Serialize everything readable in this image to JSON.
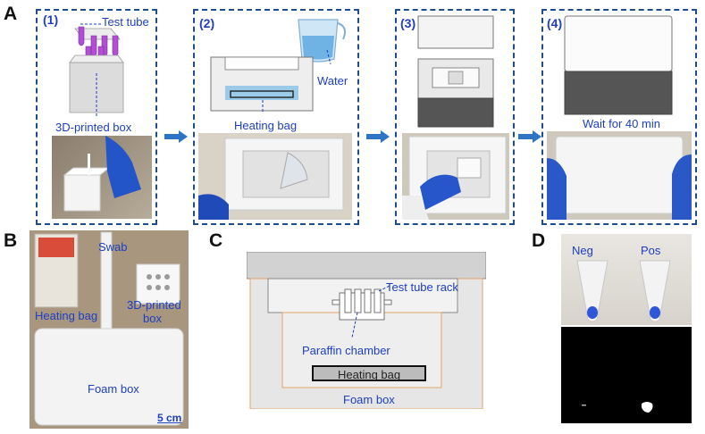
{
  "panels": {
    "a": {
      "letter": "A"
    },
    "b": {
      "letter": "B"
    },
    "c": {
      "letter": "C"
    },
    "d": {
      "letter": "D"
    }
  },
  "steps": [
    {
      "num": "(1)",
      "label_top": "Test tube",
      "label_bottom": "3D-printed box"
    },
    {
      "num": "(2)",
      "label_top": "Water",
      "label_bottom": "Heating bag"
    },
    {
      "num": "(3)"
    },
    {
      "num": "(4)",
      "label_bottom": "Wait for 40 min"
    }
  ],
  "panel_b": {
    "heating_bag": "Heating bag",
    "swab": "Swab",
    "box_line1": "3D-printed",
    "box_line2": "box",
    "foam_box": "Foam box",
    "scale": "5 cm"
  },
  "panel_c": {
    "rack": "Test tube rack",
    "chamber": "Paraffin chamber",
    "heating_bag": "Heating bag",
    "foam_box": "Foam box"
  },
  "panel_d": {
    "neg": "Neg",
    "pos": "Pos"
  },
  "colors": {
    "label_blue": "#1d3fc4",
    "frame_blue": "#1f4e8c",
    "arrow_blue": "#2e74c4"
  }
}
